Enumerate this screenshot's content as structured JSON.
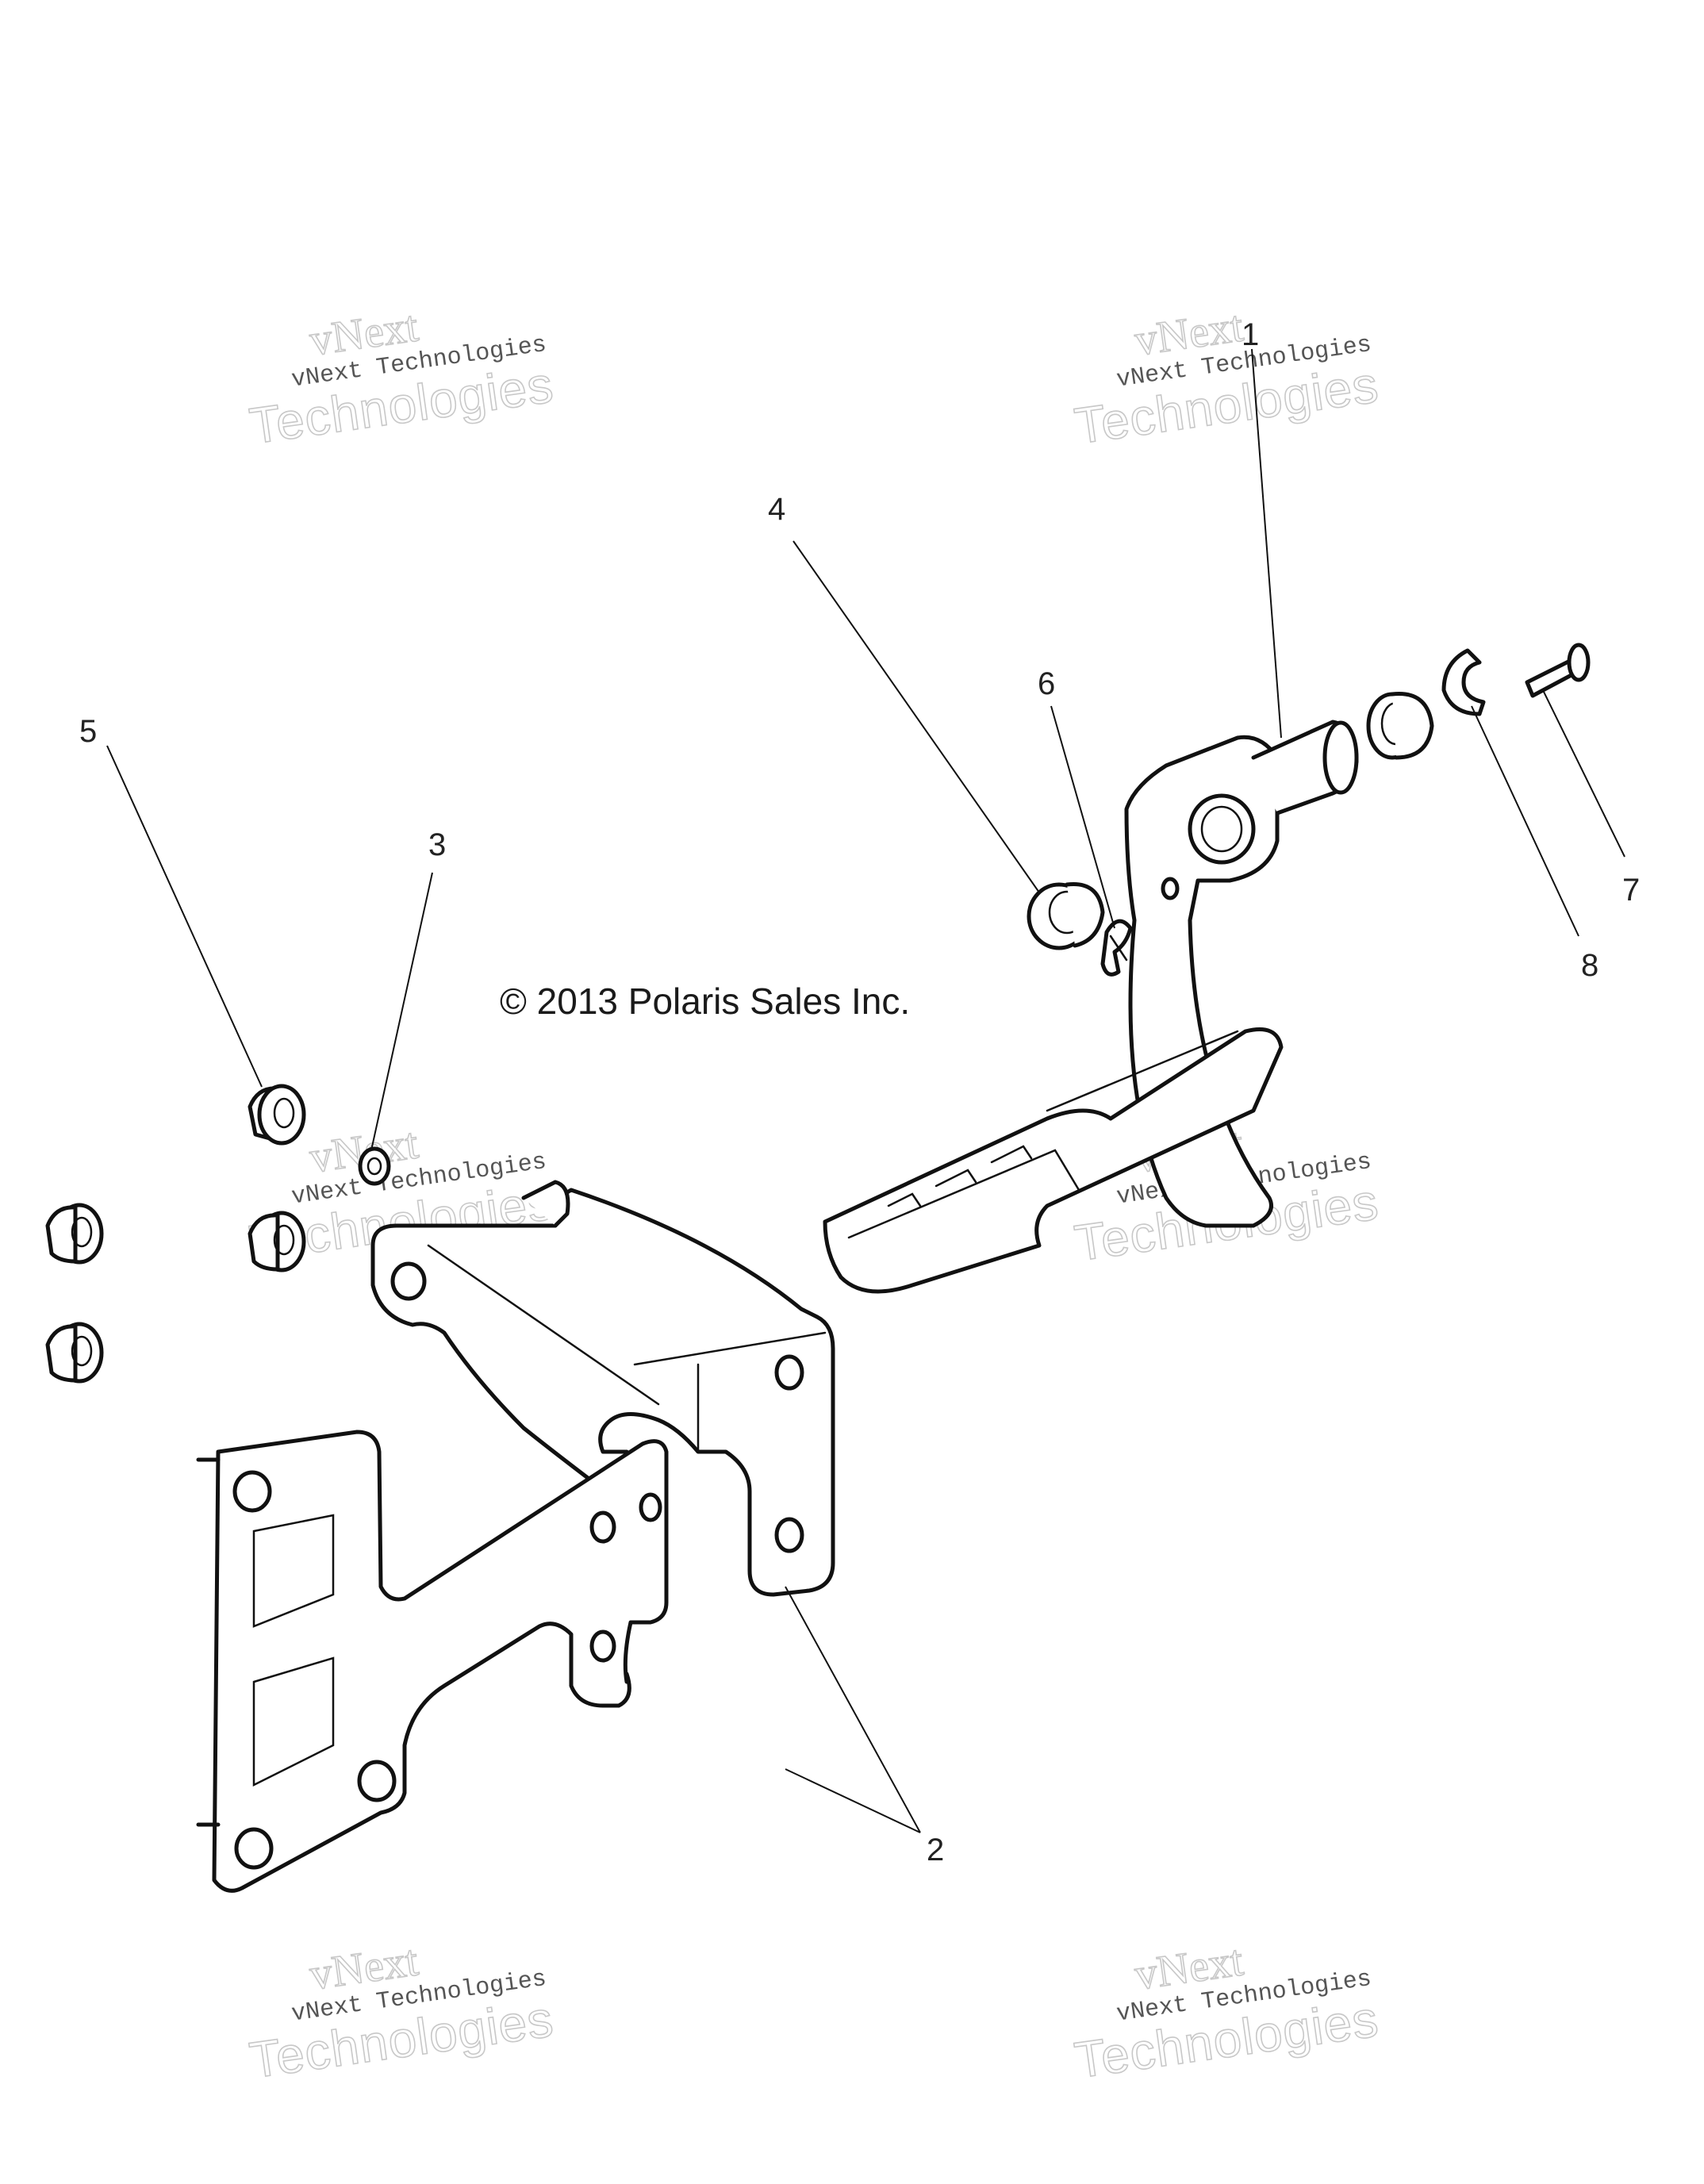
{
  "copyright": "© 2013 Polaris Sales Inc.",
  "watermark": {
    "line_top": "vNext",
    "line_mid": "vNext Technologies",
    "line_bottom": "Technologies"
  },
  "callouts": [
    {
      "id": "1",
      "label": "1"
    },
    {
      "id": "2",
      "label": "2"
    },
    {
      "id": "3",
      "label": "3"
    },
    {
      "id": "4",
      "label": "4"
    },
    {
      "id": "5",
      "label": "5"
    },
    {
      "id": "6",
      "label": "6"
    },
    {
      "id": "7",
      "label": "7"
    },
    {
      "id": "8",
      "label": "8"
    }
  ],
  "colors": {
    "line": "#111111",
    "background": "#ffffff",
    "watermark": "#c8c8c8"
  }
}
